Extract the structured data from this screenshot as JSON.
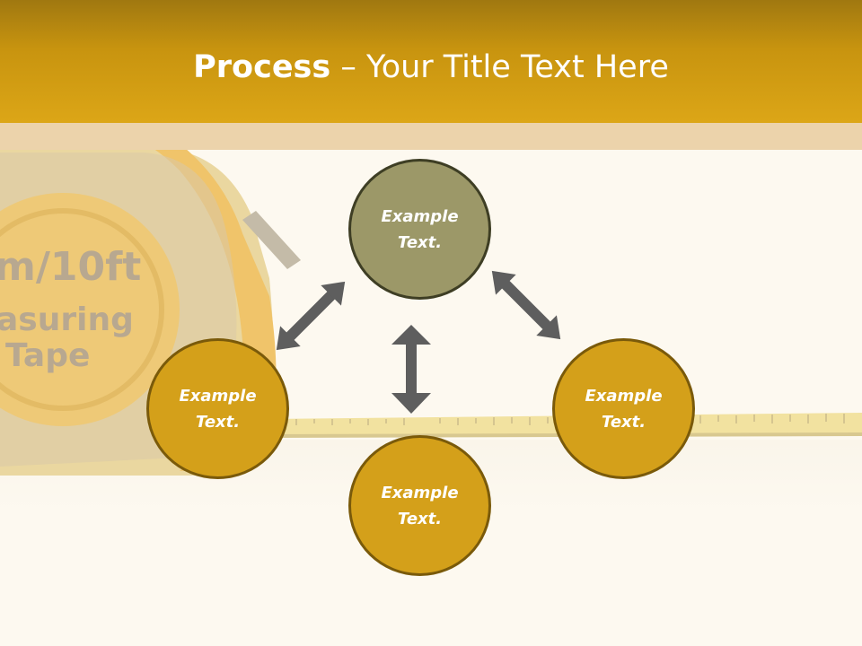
{
  "title": {
    "bold": "Process",
    "rest": " – Your Title Text Here"
  },
  "background_art": {
    "tape_label_line1": "m/10ft",
    "tape_label_line2": "asuring",
    "tape_label_line3": "Tape"
  },
  "circles": {
    "top": "Example\nText.",
    "left": "Example\nText.",
    "right": "Example\nText.",
    "bottom": "Example\nText."
  },
  "colors": {
    "header": "#d8a316",
    "circle_gold": "#d4a01a",
    "circle_olive": "#9c9868",
    "arrow": "#5e5e5e"
  }
}
